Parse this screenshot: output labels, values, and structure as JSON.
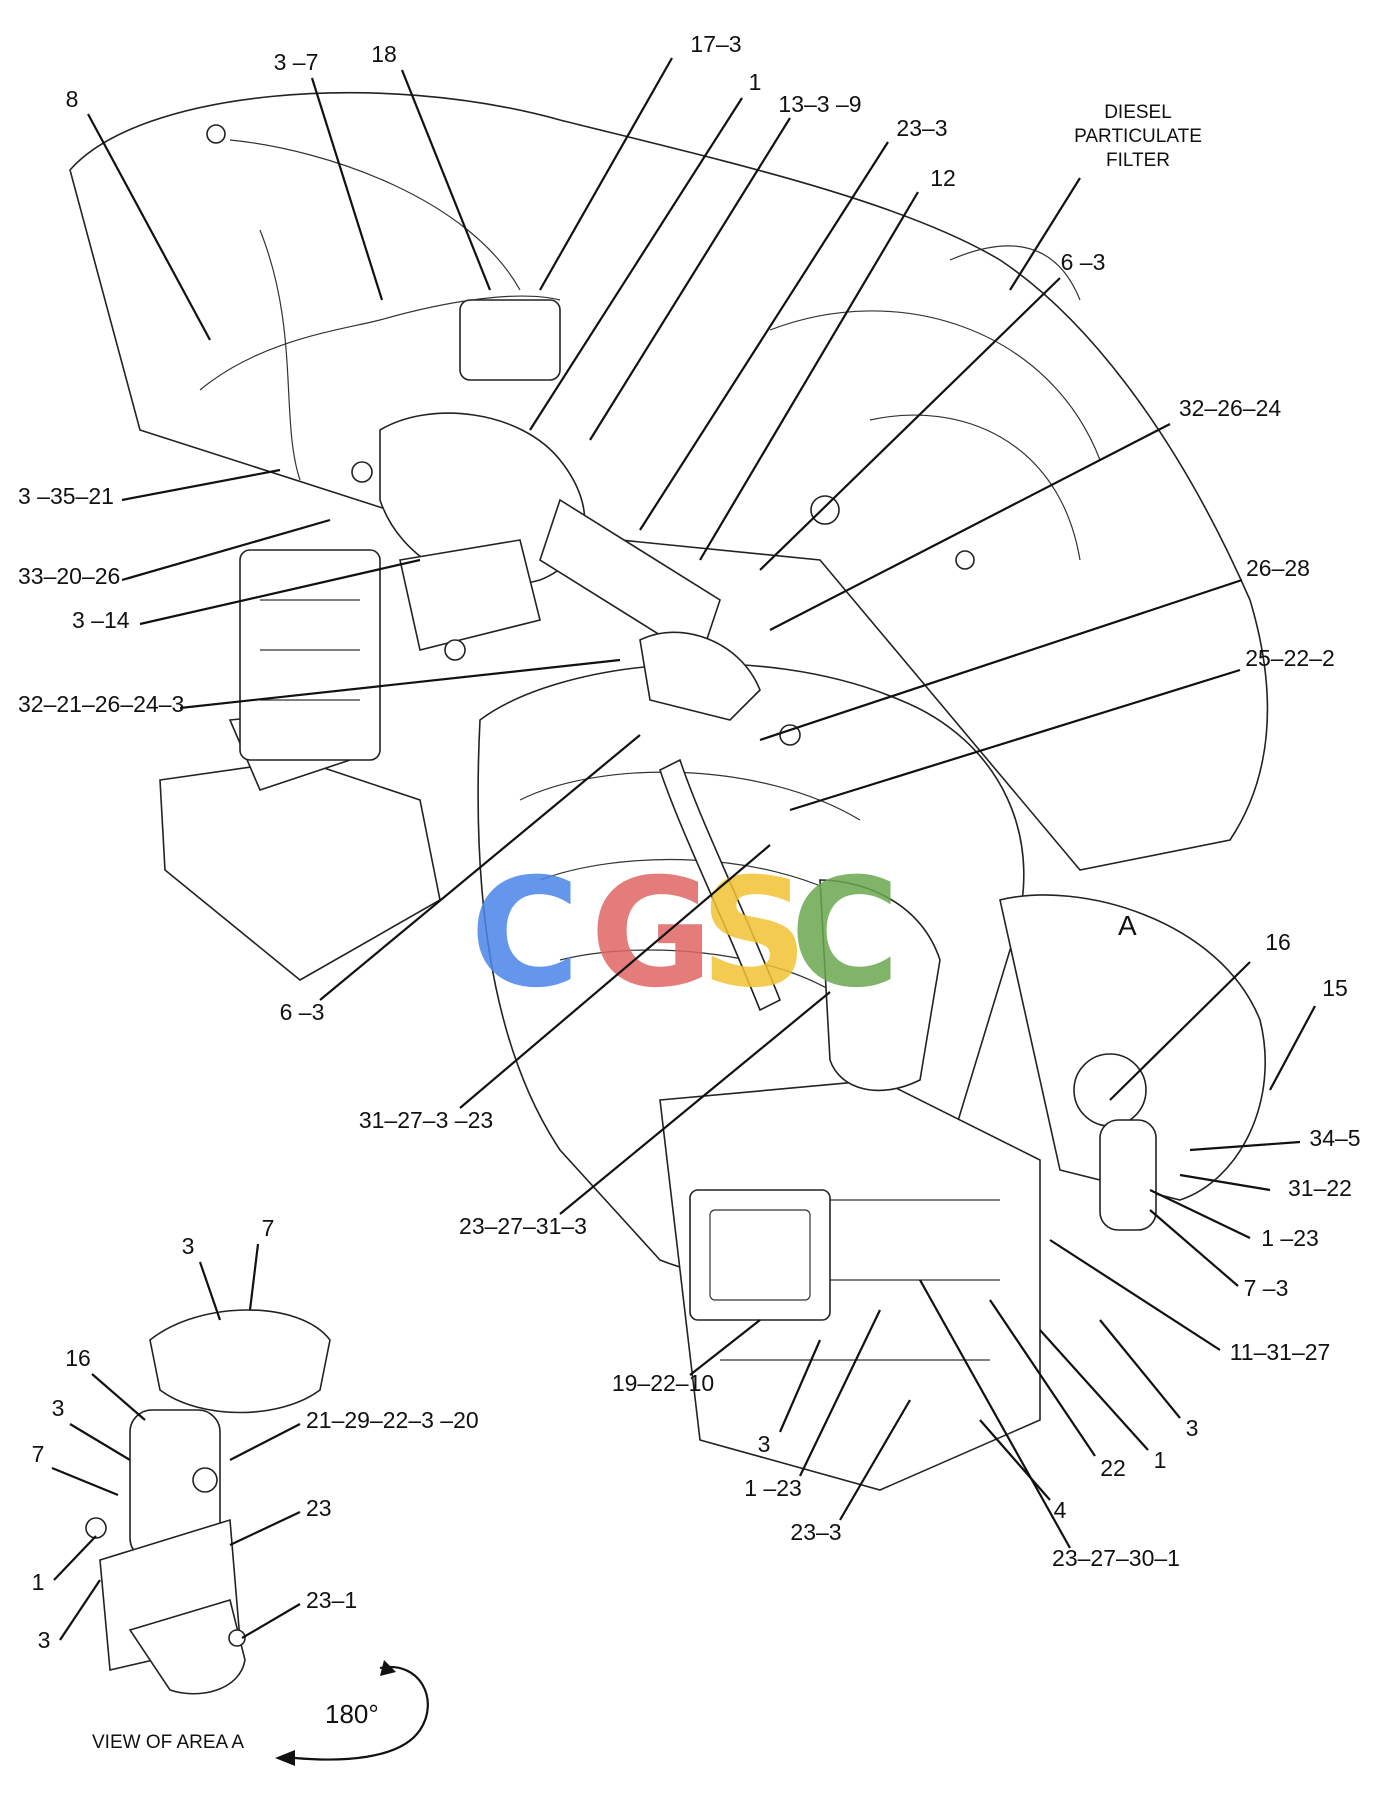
{
  "title_block": {
    "line1": "DIESEL",
    "line2": "PARTICULATE",
    "line3": "FILTER"
  },
  "area_marker": "A",
  "view_label": "VIEW OF AREA A",
  "rotation_label": "180°",
  "watermark": {
    "letters": [
      "C",
      "G",
      "S",
      "C"
    ],
    "colors": [
      "#4a86e8",
      "#e06666",
      "#f1c232",
      "#6aa84f"
    ]
  },
  "callouts": [
    {
      "label": "8"
    },
    {
      "label": "3 –7"
    },
    {
      "label": "18"
    },
    {
      "label": "17–3"
    },
    {
      "label": "1"
    },
    {
      "label": "13–3 –9"
    },
    {
      "label": "23–3"
    },
    {
      "label": "12"
    },
    {
      "label": "6 –3"
    },
    {
      "label": "32–26–24"
    },
    {
      "label": "26–28"
    },
    {
      "label": "25–22–2"
    },
    {
      "label": "3 –35–21"
    },
    {
      "label": "33–20–26"
    },
    {
      "label": "3 –14"
    },
    {
      "label": "32–21–26–24–3"
    },
    {
      "label": "6 –3"
    },
    {
      "label": "31–27–3 –23"
    },
    {
      "label": "23–27–31–3"
    },
    {
      "label": "16"
    },
    {
      "label": "15"
    },
    {
      "label": "34–5"
    },
    {
      "label": "31–22"
    },
    {
      "label": "1 –23"
    },
    {
      "label": "7 –3"
    },
    {
      "label": "11–31–27"
    },
    {
      "label": "19–22–10"
    },
    {
      "label": "3"
    },
    {
      "label": "1 –23"
    },
    {
      "label": "23–3"
    },
    {
      "label": "23–27–30–1"
    },
    {
      "label": "4"
    },
    {
      "label": "22"
    },
    {
      "label": "1"
    },
    {
      "label": "3"
    }
  ],
  "inset_callouts": [
    {
      "label": "3"
    },
    {
      "label": "7"
    },
    {
      "label": "16"
    },
    {
      "label": "3"
    },
    {
      "label": "7"
    },
    {
      "label": "21–29–22–3 –20"
    },
    {
      "label": "23"
    },
    {
      "label": "1"
    },
    {
      "label": "23–1"
    },
    {
      "label": "3"
    }
  ]
}
